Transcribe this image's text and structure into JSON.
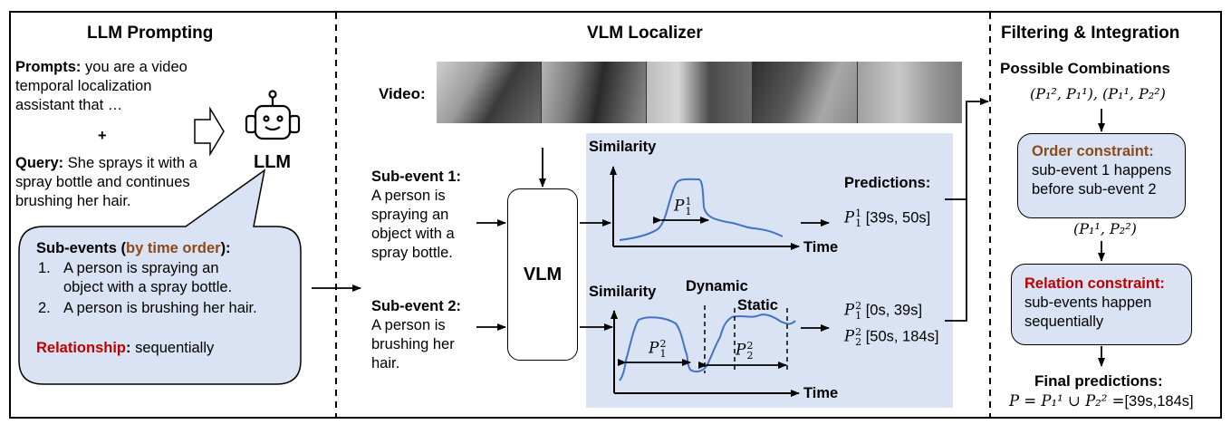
{
  "sections": {
    "llm_prompting": {
      "title": "LLM Prompting",
      "prompts_label": "Prompts:",
      "prompts_lines": [
        "you are a video",
        "temporal localization",
        "assistant that …"
      ],
      "plus": "+",
      "query_label": "Query:",
      "query_lines": [
        "She sprays it with a",
        "spray bottle and continues",
        "brushing her hair."
      ],
      "robot_label": "LLM",
      "bubble": {
        "subevents_label": "Sub-events (",
        "subevents_highlight": "by time order",
        "subevents_suffix": "):",
        "items": [
          {
            "num": "1.",
            "lines": [
              "A person is spraying an",
              "object with a spray bottle."
            ]
          },
          {
            "num": "2.",
            "lines": [
              "A person is brushing her hair."
            ]
          }
        ],
        "relationship_label": "Relationship",
        "relationship_colon": ":",
        "relationship_value": "sequentially"
      }
    },
    "vlm_localizer": {
      "title": "VLM Localizer",
      "video_label": "Video:",
      "video_frames": [
        "frame-1",
        "frame-2",
        "frame-3",
        "frame-4",
        "frame-5"
      ],
      "subevent1": {
        "label": "Sub-event 1:",
        "lines": [
          "A person is",
          "spraying an",
          "object with a",
          "spray bottle."
        ]
      },
      "subevent2": {
        "label": "Sub-event 2:",
        "lines": [
          "A person is",
          "brushing her",
          "hair."
        ]
      },
      "vlm_label": "VLM",
      "plot1": {
        "ylabel": "Similarity",
        "xlabel": "Time",
        "span_label": {
          "base": "P",
          "sup": "1",
          "sub": "1"
        }
      },
      "plot2": {
        "ylabel": "Similarity",
        "xlabel": "Time",
        "dynamic_label": "Dynamic",
        "static_label": "Static",
        "span1_label": {
          "base": "P",
          "sup": "2",
          "sub": "1"
        },
        "span2_label": {
          "base": "P",
          "sup": "2",
          "sub": "2"
        }
      },
      "predictions_label": "Predictions:",
      "predictions": [
        {
          "base": "P",
          "sup": "1",
          "sub": "1",
          "range": "[39s, 50s]"
        },
        {
          "base": "P",
          "sup": "2",
          "sub": "1",
          "range": "[0s, 39s]"
        },
        {
          "base": "P",
          "sup": "2",
          "sub": "2",
          "range": "[50s, 184s]"
        }
      ]
    },
    "filtering": {
      "title": "Filtering & Integration",
      "combos_label": "Possible Combinations",
      "combos_text": "(P₁², P₁¹), (P₁¹, P₂²)",
      "order_box": {
        "title": "Order constraint:",
        "lines": [
          "sub-event 1 happens",
          "before sub-event 2"
        ]
      },
      "filtered_pair": "(P₁¹, P₂²)",
      "relation_box": {
        "title": "Relation constraint:",
        "lines": [
          "sub-events happen",
          "sequentially"
        ]
      },
      "final_label": "Final predictions:",
      "final_formula": "P = P₁¹ ∪ P₂² =",
      "final_range": "[39s,184s]"
    }
  },
  "colors": {
    "panel_bg": "#dae3f3",
    "curve": "#4472c4",
    "brown": "#8a4a1c",
    "red": "#c00000"
  }
}
